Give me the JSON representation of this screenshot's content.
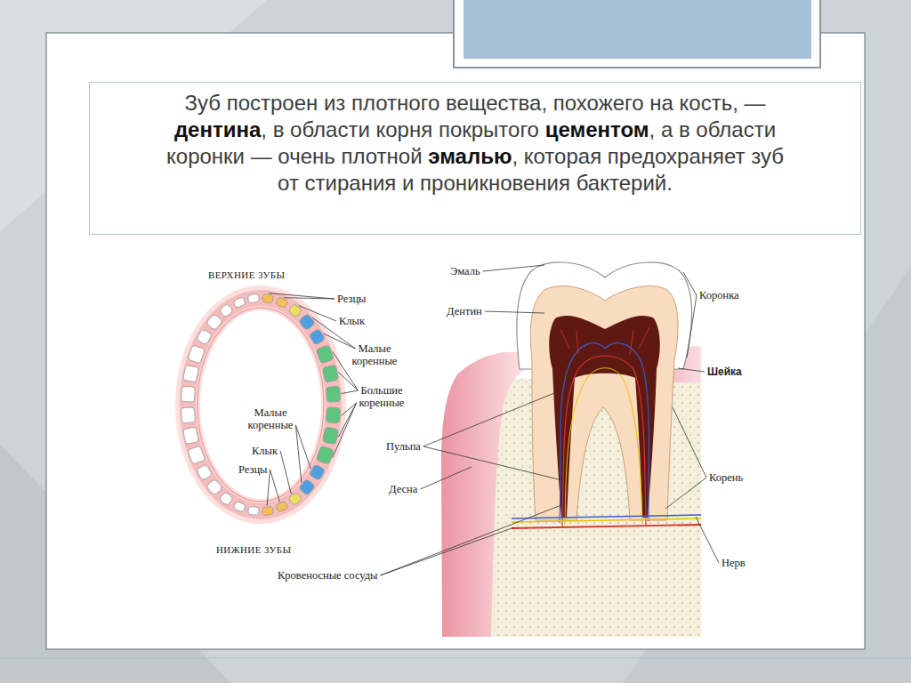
{
  "diagram": {
    "nodes": [
      {
        "text": [
          "Зуб построен из плотного вещества, похожего на кость, — ",
          "дентина",
          ", в области корня покрытого ",
          "цементом",
          ", а в области коронки — очень плотной ",
          "эмалью",
          ", которая предохраняет зуб от стирания и проникновения бактерий."
        ]
      }
    ],
    "labels": [
      "ВЕРХНИЕ ЗУБЫ",
      "Резцы",
      "Клык",
      "Малые коренные",
      "Большие коренные",
      "Малые коренные",
      "Клык",
      "Резцы",
      "НИЖНИЕ ЗУБЫ",
      "Эмаль",
      "Дентин",
      "Коронка",
      "Шейка",
      "Пульпа",
      "Десна",
      "Корень",
      "Нерв",
      "Кровеносные сосуды"
    ]
  }
}
